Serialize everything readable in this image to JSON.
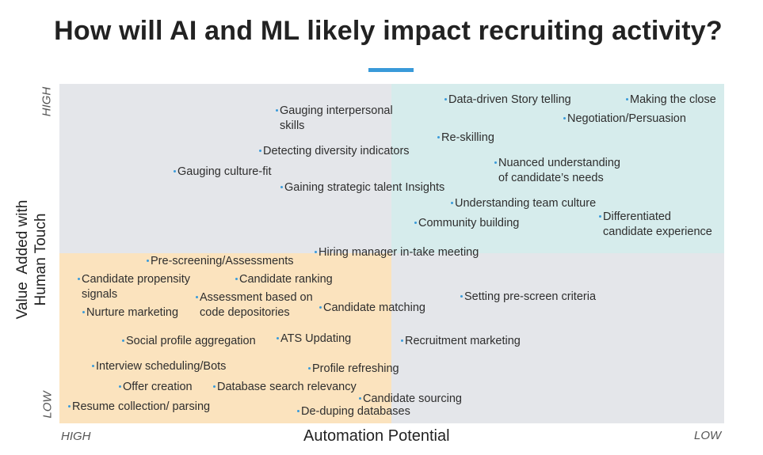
{
  "title": "How will AI and ML likely impact recruiting activity?",
  "colors": {
    "accent": "#3a9ad9",
    "dot": "#3a9ad9",
    "quadrant_gray": "#e4e6ea",
    "quadrant_teal": "#d6ecec",
    "quadrant_orange": "#fbe3be"
  },
  "y_axis": {
    "title": "Value  Added with\nHuman Touch",
    "high": "HIGH",
    "low": "LOW"
  },
  "x_axis": {
    "title": "Automation Potential",
    "left": "HIGH",
    "right": "LOW"
  },
  "items": [
    "Gauging interpersonal\nskills",
    "Detecting diversity indicators",
    "Gauging culture-fit",
    "Gaining strategic talent Insights",
    "Data-driven Story telling",
    "Making the close",
    "Negotiation/Persuasion",
    "Re-skilling",
    "Nuanced understanding\nof candidate’s needs",
    "Understanding team culture",
    "Community building",
    "Differentiated\ncandidate experience",
    "Hiring manager in-take meeting",
    "Pre-screening/Assessments",
    "Candidate propensity\nsignals",
    "Candidate ranking",
    "Assessment based on\ncode depositories",
    "Nurture marketing",
    "Candidate matching",
    "Setting pre-screen criteria",
    "Social profile aggregation",
    "ATS Updating",
    "Recruitment marketing",
    "Interview scheduling/Bots",
    "Profile refreshing",
    "Offer creation",
    "Database search relevancy",
    "Candidate sourcing",
    "Resume collection/ parsing",
    "De-duping databases"
  ]
}
